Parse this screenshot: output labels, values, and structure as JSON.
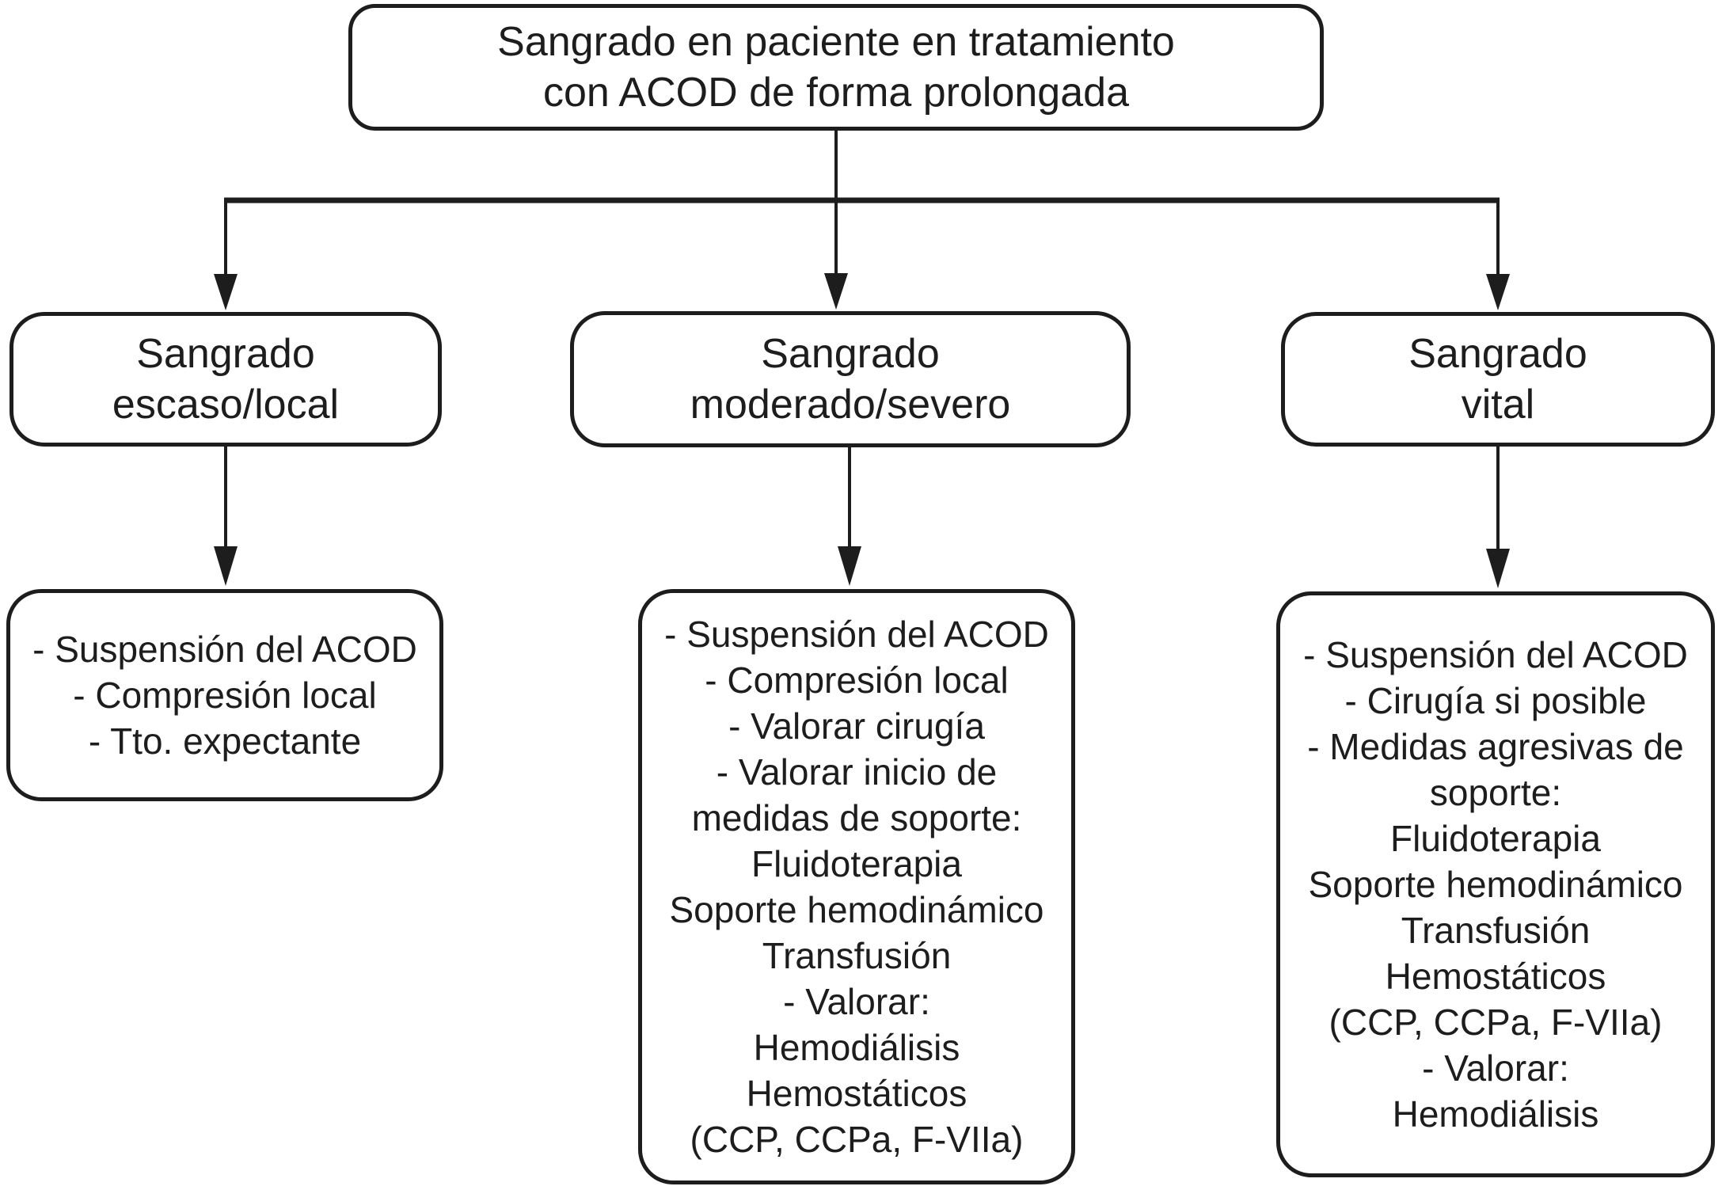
{
  "diagram": {
    "kind": "flowchart",
    "language": "es",
    "colors": {
      "line": "#1d1d1d",
      "text": "#1d1d1d",
      "background": "#ffffff"
    },
    "nodes": {
      "root": {
        "lines": [
          "Sangrado en paciente en tratamiento",
          "con ACOD de forma prolongada"
        ]
      },
      "branch_escaso": {
        "lines": [
          "Sangrado",
          "escaso/local"
        ]
      },
      "branch_moderado": {
        "lines": [
          "Sangrado",
          "moderado/severo"
        ]
      },
      "branch_vital": {
        "lines": [
          "Sangrado",
          "vital"
        ]
      },
      "actions_escaso": {
        "lines": [
          "- Suspensión del ACOD",
          "- Compresión local",
          "- Tto. expectante"
        ]
      },
      "actions_moderado": {
        "lines": [
          "- Suspensión del ACOD",
          "- Compresión local",
          "- Valorar cirugía",
          "- Valorar inicio de",
          "medidas de soporte:",
          "Fluidoterapia",
          "Soporte hemodinámico",
          "Transfusión",
          "- Valorar:",
          "Hemodiálisis",
          "Hemostáticos",
          "(CCP, CCPa, F-VIIa)"
        ]
      },
      "actions_vital": {
        "lines": [
          "- Suspensión del ACOD",
          "- Cirugía si posible",
          "- Medidas agresivas de",
          "soporte:",
          "Fluidoterapia",
          "Soporte hemodinámico",
          "Transfusión",
          "Hemostáticos",
          "(CCP, CCPa, F-VIIa)",
          "- Valorar:",
          "Hemodiálisis"
        ]
      }
    },
    "edges": [
      {
        "from": "root",
        "to": "branch_escaso"
      },
      {
        "from": "root",
        "to": "branch_moderado"
      },
      {
        "from": "root",
        "to": "branch_vital"
      },
      {
        "from": "branch_escaso",
        "to": "actions_escaso"
      },
      {
        "from": "branch_moderado",
        "to": "actions_moderado"
      },
      {
        "from": "branch_vital",
        "to": "actions_vital"
      }
    ]
  }
}
